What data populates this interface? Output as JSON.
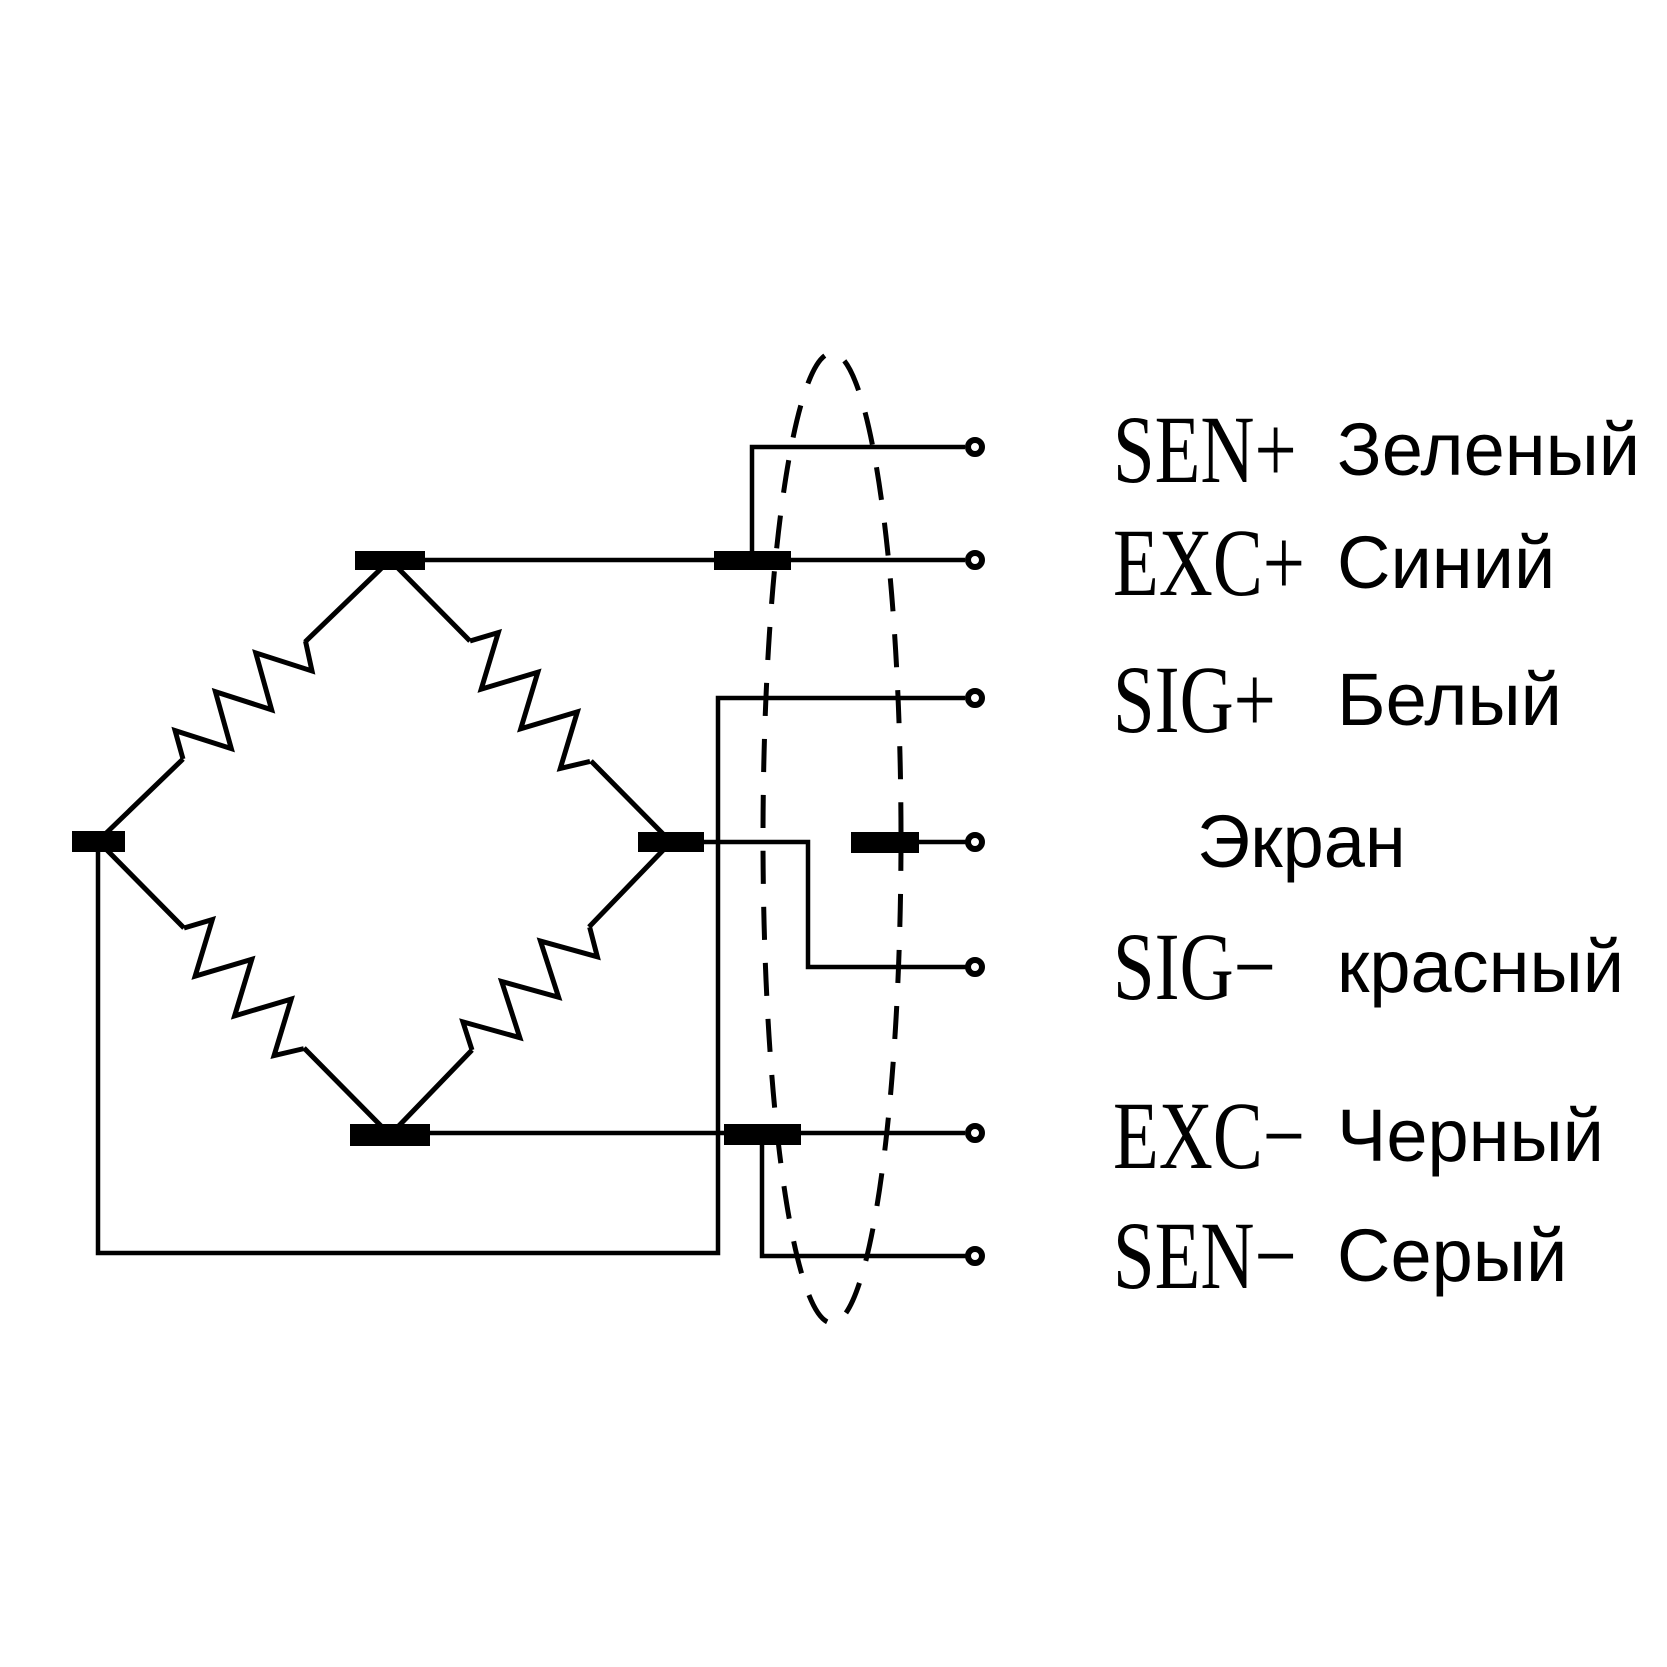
{
  "page": {
    "background_color": "#ffffff",
    "ink_color": "#000000",
    "description": "Load cell Wheatstone bridge wiring diagram with shielded cable and terminal color coding"
  },
  "labels": {
    "rows": [
      {
        "signal": "SEN+",
        "label": "Зеленый"
      },
      {
        "signal": "EXC+",
        "label": "Синий"
      },
      {
        "signal": "SIG+",
        "label": "Белый"
      },
      {
        "signal": "",
        "label": "Экран"
      },
      {
        "signal": "SIG−",
        "label": "красный"
      },
      {
        "signal": "EXC−",
        "label": "Черный"
      },
      {
        "signal": "SEN−",
        "label": "Серый"
      }
    ]
  }
}
